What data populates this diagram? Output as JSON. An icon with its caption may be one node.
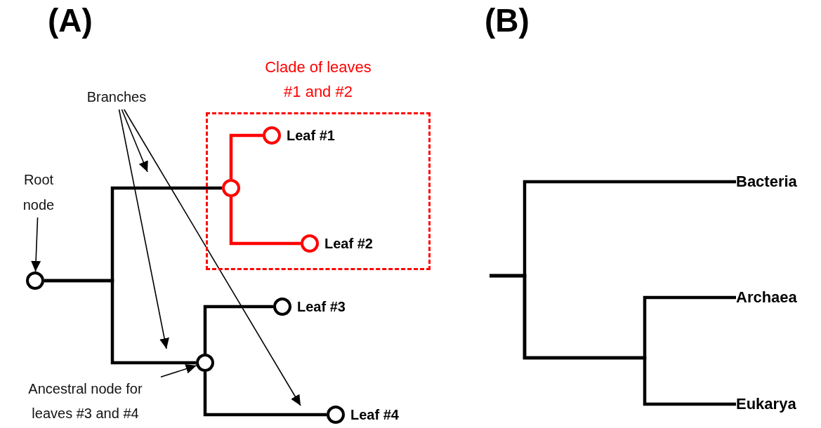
{
  "diagram": {
    "nodes": [
      {
        "text": [
          "Branches"
        ]
      },
      {
        "text": [
          "Root node"
        ]
      },
      {
        "text": [],
        "shape": "circle"
      },
      {
        "text": [
          "Clade of leaves #1 and #2"
        ]
      },
      {
        "text": [],
        "shape": "circle",
        "in": 3
      },
      {
        "text": [],
        "shape": "circle",
        "in": 3,
        "beside": [
          "Leaf #1"
        ]
      },
      {
        "text": [],
        "shape": "circle",
        "in": 3,
        "beside": [
          "Leaf #2"
        ]
      },
      {
        "text": [],
        "shape": "circle"
      },
      {
        "text": [],
        "shape": "circle",
        "beside": [
          "Leaf #3"
        ]
      },
      {
        "text": [],
        "shape": "circle",
        "beside": [
          "Leaf #4"
        ]
      },
      {
        "text": [
          "Ancestral node for leaves #3 and #4"
        ]
      },
      {
        "text": [
          "Bacteria"
        ]
      },
      {
        "text": [
          "Archaea"
        ]
      },
      {
        "text": [
          "Eukarya"
        ]
      }
    ],
    "edges": [
      {
        "from": 2,
        "to": 4,
        "arrow": "none"
      },
      {
        "from": 2,
        "to": 7,
        "arrow": "none"
      },
      {
        "from": 4,
        "to": 5,
        "arrow": "none",
        "color": "#ff0000"
      },
      {
        "from": 4,
        "to": 6,
        "arrow": "none",
        "color": "#ff0000"
      },
      {
        "from": 7,
        "to": 8,
        "arrow": "none"
      },
      {
        "from": 7,
        "to": 9,
        "arrow": "none"
      },
      {
        "from": 1,
        "to": 2,
        "arrow": "to"
      },
      {
        "from": 10,
        "to": 7,
        "arrow": "to"
      },
      {
        "from": 0,
        "to": null,
        "arrow": "to"
      },
      {
        "from": 0,
        "to": null,
        "arrow": "to"
      },
      {
        "from": 0,
        "to": null,
        "arrow": "to"
      },
      {
        "from": null,
        "to": 11,
        "arrow": "none"
      },
      {
        "from": null,
        "to": 12,
        "arrow": "none"
      },
      {
        "from": null,
        "to": 13,
        "arrow": "none"
      }
    ],
    "labels": [
      "(A)",
      "(B)"
    ]
  }
}
